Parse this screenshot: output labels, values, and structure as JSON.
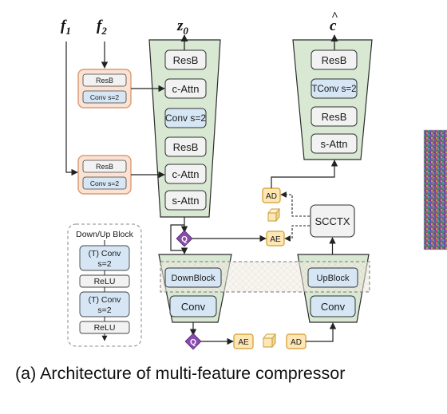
{
  "inputs": {
    "f1": "f",
    "f1_sub": "1",
    "f2": "f",
    "f2_sub": "2"
  },
  "encoder": {
    "output": "z",
    "output_sub": "0",
    "blocks": [
      "ResB",
      "c-Attn",
      "Conv s=2",
      "ResB",
      "c-Attn",
      "s-Attn"
    ]
  },
  "decoder": {
    "output": "c",
    "output_hat": "^",
    "blocks": [
      "ResB",
      "TConv s=2",
      "ResB",
      "s-Attn"
    ]
  },
  "side_branches": [
    {
      "blocks": [
        "ResB",
        "Conv s=2"
      ]
    },
    {
      "blocks": [
        "ResB",
        "Conv s=2"
      ]
    }
  ],
  "legend": {
    "title": "Down/Up Block",
    "items": [
      "(T) Conv",
      "s=2",
      "ReLU",
      "(T) Conv",
      "s=2",
      "ReLU"
    ]
  },
  "hyper_encoder": {
    "blocks": [
      "DownBlock",
      "Conv"
    ]
  },
  "hyper_decoder": {
    "blocks": [
      "UpBlock",
      "Conv"
    ]
  },
  "ops": {
    "quantize": "Q",
    "ae": "AE",
    "ad": "AD",
    "context": "SCCTX"
  },
  "caption": "(a)  Architecture of multi-feature compressor",
  "colors": {
    "trapezoid": "#d8e8d3",
    "gray_block": "#f2f2f2",
    "blue_block": "#d6e6f5",
    "orange_block": "#fbe2d2",
    "orange_border": "#d99a75",
    "yellow": "#fde7b4",
    "yellow_border": "#d39a2a",
    "quantize": "#8a4bb0"
  }
}
